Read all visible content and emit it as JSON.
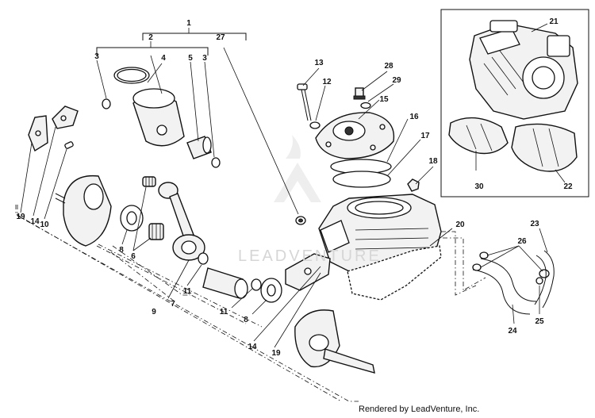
{
  "watermark": "LEADVENTURE",
  "credit": "Rendered by LeadVenture, Inc.",
  "callouts": {
    "c1": "1",
    "c2": "2",
    "c27": "27",
    "c3a": "3",
    "c4": "4",
    "c5": "5",
    "c3b": "3",
    "c13": "13",
    "c12": "12",
    "c28": "28",
    "c29": "29",
    "c15": "15",
    "c16": "16",
    "c17": "17",
    "c18": "18",
    "c21": "21",
    "c30": "30",
    "c22": "22",
    "c19a": "19",
    "c14a": "14",
    "c10": "10",
    "c8a": "8",
    "c6": "6",
    "c7": "7",
    "c11a": "11",
    "c11b": "11",
    "c9": "9",
    "c8b": "8",
    "c14b": "14",
    "c19b": "19",
    "c20": "20",
    "c23": "23",
    "c26": "26",
    "c24": "24",
    "c25": "25"
  }
}
